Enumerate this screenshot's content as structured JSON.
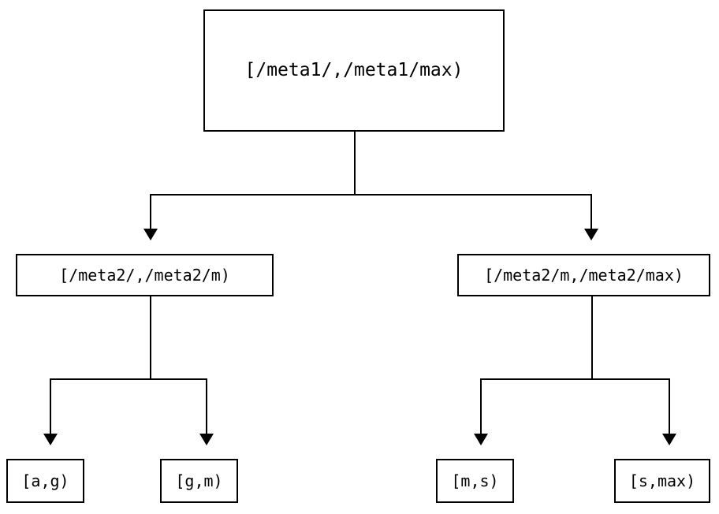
{
  "diagram": {
    "type": "tree",
    "orientation": "top-down",
    "title": "",
    "background_color": "#ffffff",
    "line_color": "#000000",
    "text_color": "#000000",
    "levels": 3,
    "nodes": {
      "root": {
        "label": "[/meta1/,/meta1/max)",
        "level": 1
      },
      "mid_left": {
        "label": "[/meta2/,/meta2/m)",
        "level": 2
      },
      "mid_right": {
        "label": "[/meta2/m,/meta2/max)",
        "level": 2
      },
      "leaf_1": {
        "label": "[a,g)",
        "level": 3
      },
      "leaf_2": {
        "label": "[g,m)",
        "level": 3
      },
      "leaf_3": {
        "label": "[m,s)",
        "level": 3
      },
      "leaf_4": {
        "label": "[s,max)",
        "level": 3
      }
    },
    "edges": [
      {
        "from": "root",
        "to": "mid_left",
        "arrow": "triangle-down"
      },
      {
        "from": "root",
        "to": "mid_right",
        "arrow": "triangle-down"
      },
      {
        "from": "mid_left",
        "to": "leaf_1",
        "arrow": "triangle-down"
      },
      {
        "from": "mid_left",
        "to": "leaf_2",
        "arrow": "triangle-down"
      },
      {
        "from": "mid_right",
        "to": "leaf_3",
        "arrow": "triangle-down"
      },
      {
        "from": "mid_right",
        "to": "leaf_4",
        "arrow": "triangle-down"
      }
    ]
  }
}
